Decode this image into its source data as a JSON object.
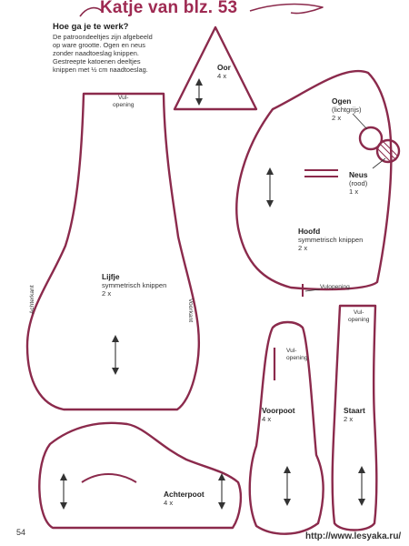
{
  "title": "Katje van blz. 53",
  "instructions": {
    "heading": "Hoe ga je te werk?",
    "lines": [
      "De patroondeeltjes zijn afgebeeld",
      "op ware grootte. Ogen en neus",
      "zonder naadtoeslag knippen.",
      "Gestreepte katoenen deeltjes",
      "knippen met ½ cm naadtoeslag."
    ]
  },
  "pieces": {
    "oor": {
      "name": "Oor",
      "count": "4 x"
    },
    "ogen": {
      "name": "Ogen",
      "note": "(lichtgrijs)",
      "count": "2 x"
    },
    "neus": {
      "name": "Neus",
      "note": "(rood)",
      "count": "1 x"
    },
    "hoofd": {
      "name": "Hoofd",
      "note": "symmetrisch knippen",
      "count": "2 x"
    },
    "lijfje": {
      "name": "Lijfje",
      "note": "symmetrisch knippen",
      "count": "2 x",
      "back": "Achterkant",
      "front": "Voorkant"
    },
    "voorpoot": {
      "name": "Voorpoot",
      "count": "4 x"
    },
    "staart": {
      "name": "Staart",
      "count": "2 x"
    },
    "achterpoot": {
      "name": "Achterpoot",
      "count": "4 x"
    }
  },
  "openings": {
    "body": [
      "Vul-",
      "opening"
    ],
    "head": "Vulopening",
    "tail": [
      "Vul-",
      "opening"
    ],
    "leg": [
      "Vul-",
      "opening"
    ]
  },
  "page_number": "54",
  "watermark": "http://www.lesyaka.ru/",
  "colors": {
    "outline": "#8b2a4c",
    "title": "#9e2a52"
  }
}
